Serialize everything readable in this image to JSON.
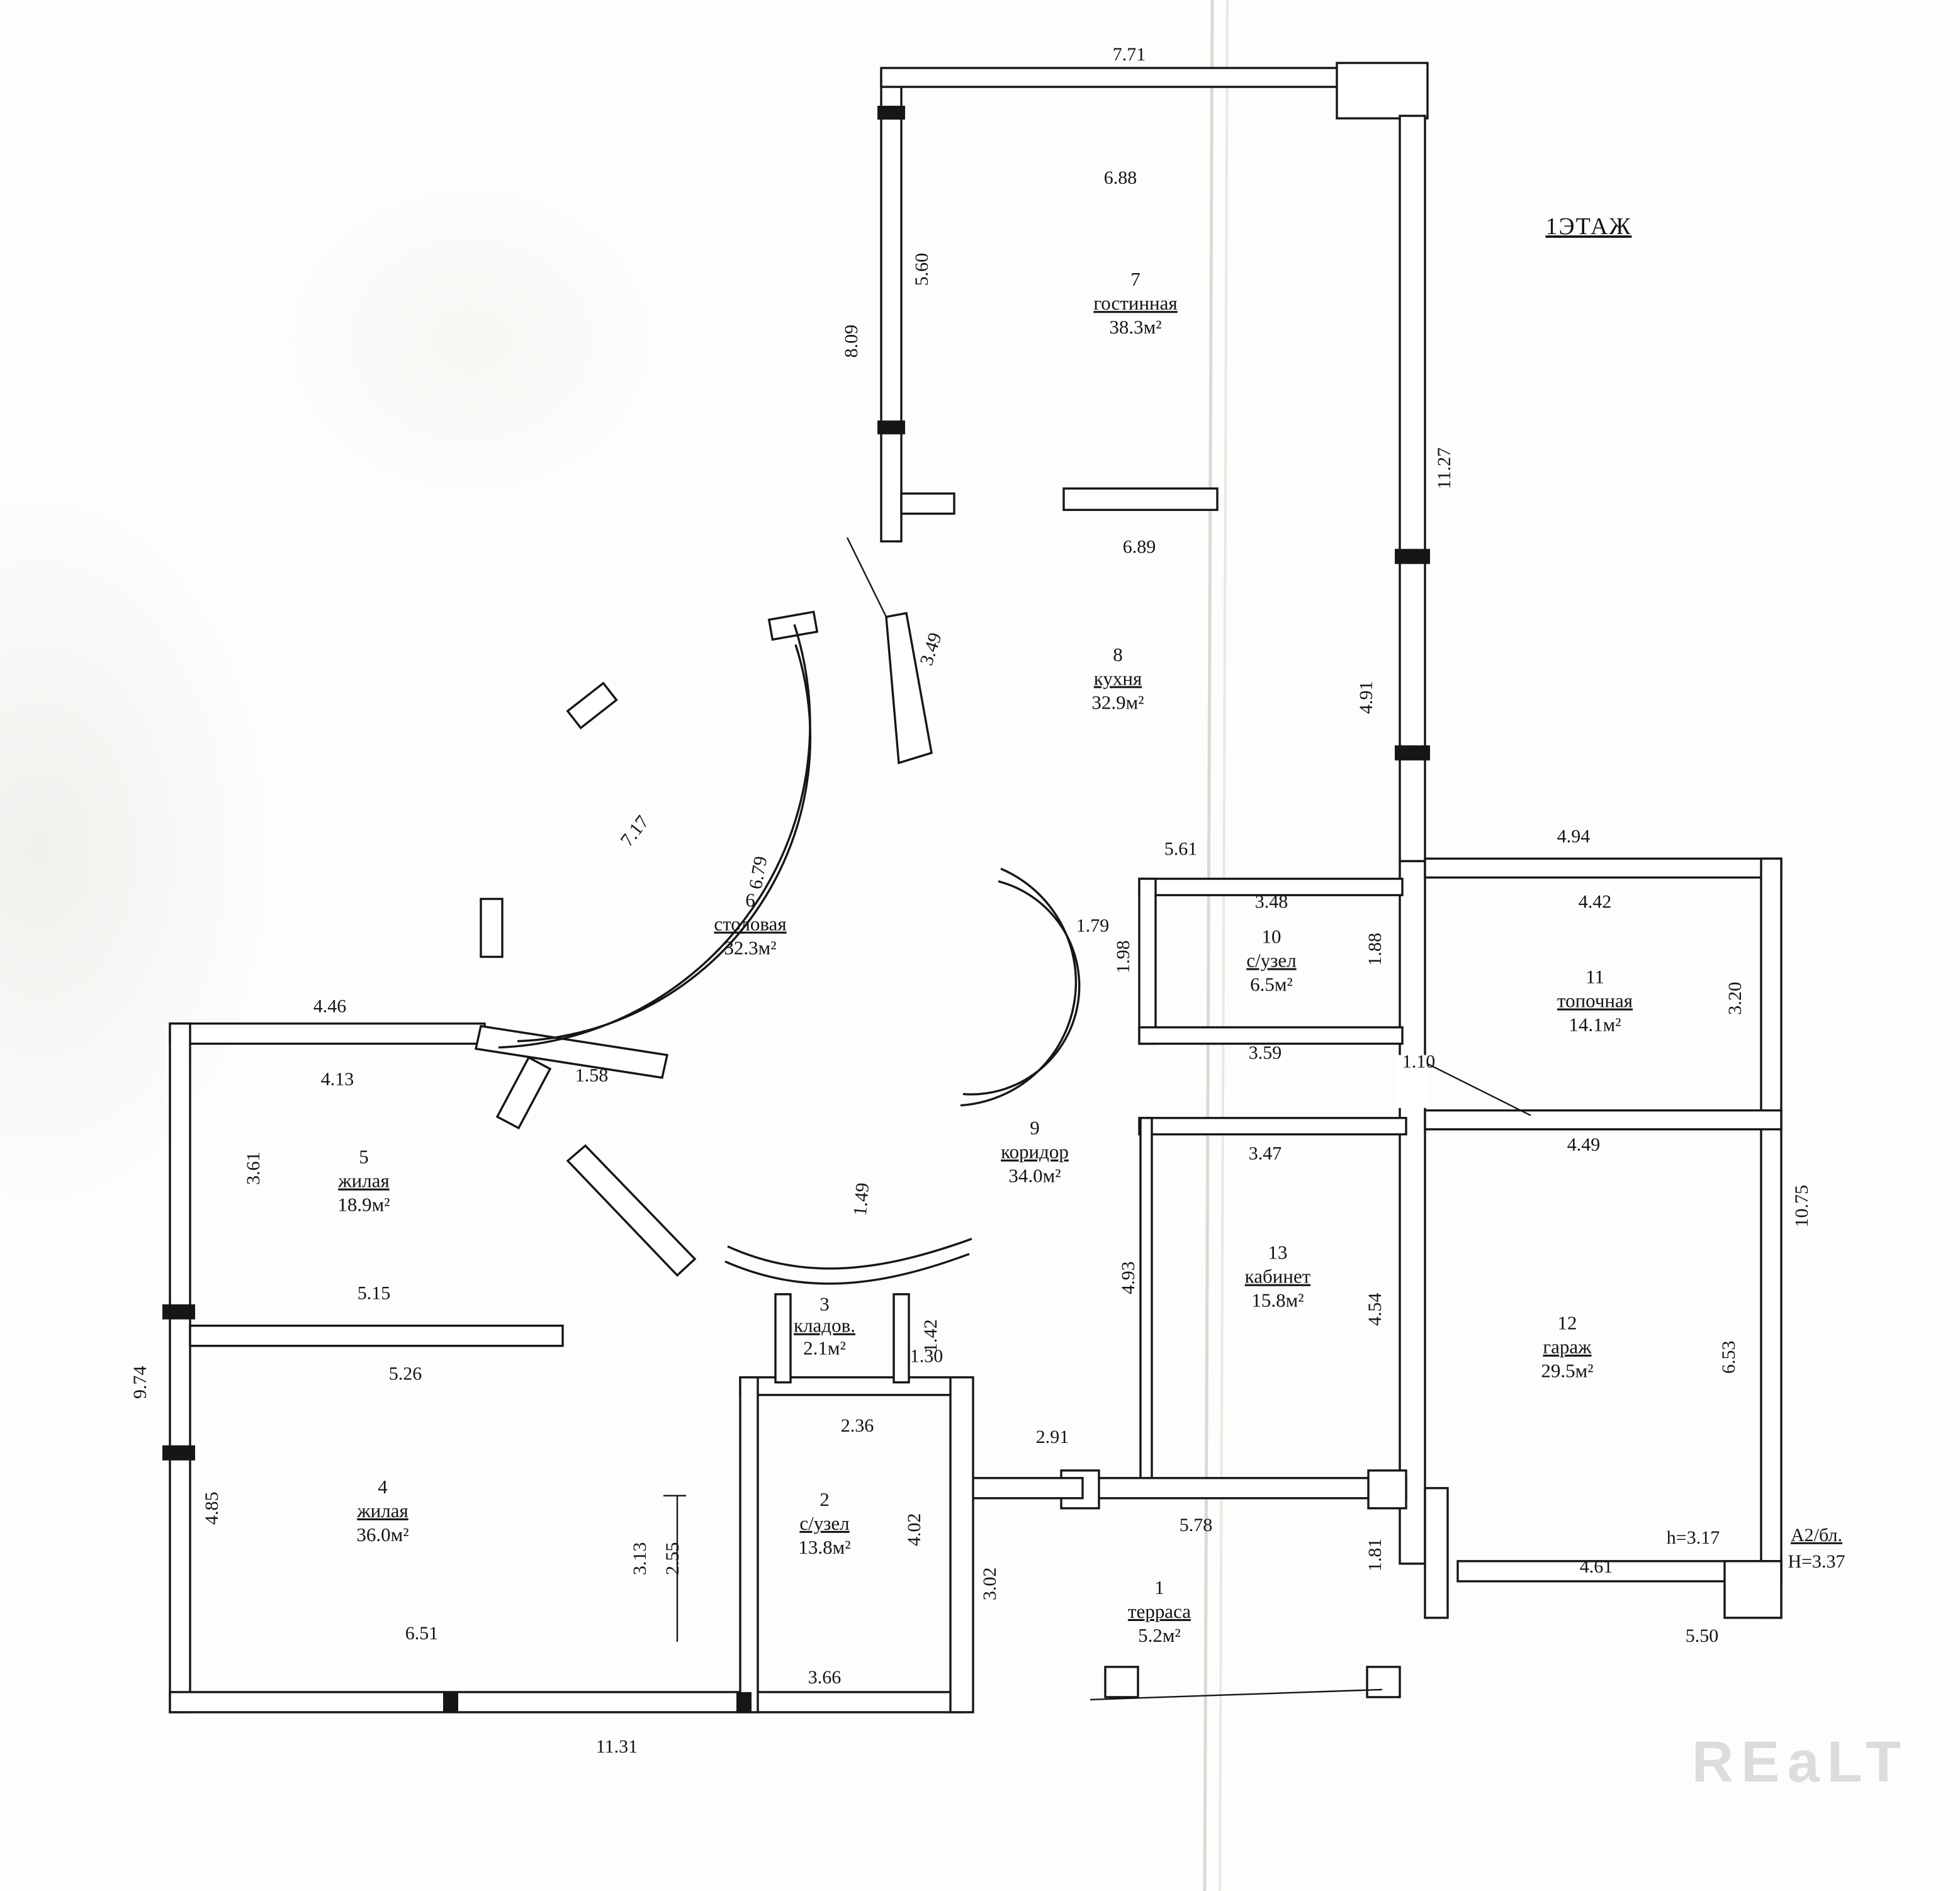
{
  "title": "1ЭТАЖ",
  "watermark": "REaLT",
  "notes": {
    "h_small": "h=3.17",
    "block": "А2/бл.",
    "h_big": "Н=3.37"
  },
  "rooms": {
    "r1": {
      "num": "1",
      "name": "терраса",
      "area": "5.2м²"
    },
    "r2": {
      "num": "2",
      "name": "с/узел",
      "area": "13.8м²"
    },
    "r3": {
      "num": "3",
      "name": "кладов.",
      "area": "2.1м²"
    },
    "r4": {
      "num": "4",
      "name": "жилая",
      "area": "36.0м²"
    },
    "r5": {
      "num": "5",
      "name": "жилая",
      "area": "18.9м²"
    },
    "r6": {
      "num": "6",
      "name": "столовая",
      "area": "32.3м²"
    },
    "r7": {
      "num": "7",
      "name": "гостинная",
      "area": "38.3м²"
    },
    "r8": {
      "num": "8",
      "name": "кухня",
      "area": "32.9м²"
    },
    "r9": {
      "num": "9",
      "name": "коридор",
      "area": "34.0м²"
    },
    "r10": {
      "num": "10",
      "name": "с/узел",
      "area": "6.5м²"
    },
    "r11": {
      "num": "11",
      "name": "топочная",
      "area": "14.1м²"
    },
    "r12": {
      "num": "12",
      "name": "гараж",
      "area": "29.5м²"
    },
    "r13": {
      "num": "13",
      "name": "кабинет",
      "area": "15.8м²"
    }
  },
  "dims": [
    "7.71",
    "6.88",
    "5.60",
    "8.09",
    "11.27",
    "6.89",
    "3.49",
    "4.91",
    "7.17",
    "6.79",
    "5.61",
    "3.48",
    "1.79",
    "1.98",
    "1.88",
    "4.94",
    "4.42",
    "3.20",
    "3.59",
    "1.10",
    "4.46",
    "4.13",
    "1.58",
    "3.61",
    "5.15",
    "5.26",
    "9.74",
    "4.85",
    "1.49",
    "4.49",
    "10.75",
    "6.53",
    "3.47",
    "4.93",
    "4.54",
    "1.42",
    "1.30",
    "2.36",
    "2.91",
    "5.78",
    "1.81",
    "4.61",
    "5.50",
    "3.13",
    "2.55",
    "4.02",
    "3.02",
    "3.66",
    "6.51",
    "11.31"
  ]
}
